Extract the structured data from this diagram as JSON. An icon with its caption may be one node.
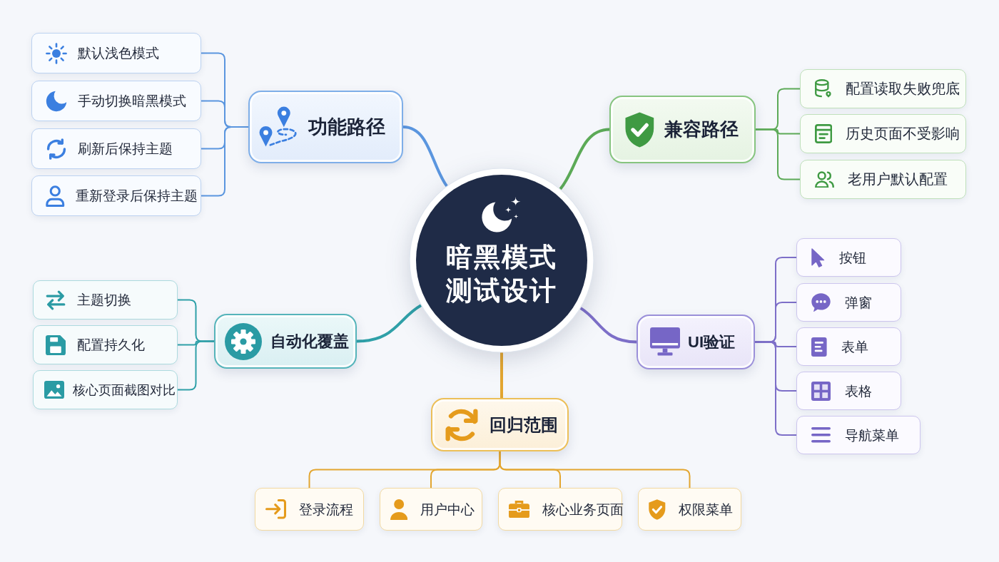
{
  "diagram": {
    "nodes": [
      {
        "text": [
          "暗黑模式测试设计"
        ]
      },
      {
        "text": [
          "功能路径"
        ]
      },
      {
        "text": [
          "默认浅色模式"
        ]
      },
      {
        "text": [
          "手动切换暗黑模式"
        ]
      },
      {
        "text": [
          "刷新后保持主题"
        ]
      },
      {
        "text": [
          "重新登录后保持主题"
        ]
      },
      {
        "text": [
          "兼容路径"
        ]
      },
      {
        "text": [
          "配置读取失败兜底"
        ]
      },
      {
        "text": [
          "历史页面不受影响"
        ]
      },
      {
        "text": [
          "老用户默认配置"
        ]
      },
      {
        "text": [
          "自动化覆盖"
        ]
      },
      {
        "text": [
          "主题切换"
        ]
      },
      {
        "text": [
          "配置持久化"
        ]
      },
      {
        "text": [
          "核心页面截图对比"
        ]
      },
      {
        "text": [
          "UI验证"
        ]
      },
      {
        "text": [
          "按钮"
        ]
      },
      {
        "text": [
          "弹窗"
        ]
      },
      {
        "text": [
          "表单"
        ]
      },
      {
        "text": [
          "表格"
        ]
      },
      {
        "text": [
          "导航菜单"
        ]
      },
      {
        "text": [
          "回归范围"
        ]
      },
      {
        "text": [
          "登录流程"
        ]
      },
      {
        "text": [
          "用户中心"
        ]
      },
      {
        "text": [
          "核心业务页面"
        ]
      },
      {
        "text": [
          "权限菜单"
        ]
      }
    ],
    "edges": [
      {
        "from": 0,
        "to": 1,
        "arrow": "none",
        "color": "#5b96df"
      },
      {
        "from": 1,
        "to": 2,
        "arrow": "none",
        "color": "#5b96df"
      },
      {
        "from": 1,
        "to": 3,
        "arrow": "none",
        "color": "#5b96df"
      },
      {
        "from": 1,
        "to": 4,
        "arrow": "none",
        "color": "#5b96df"
      },
      {
        "from": 1,
        "to": 5,
        "arrow": "none",
        "color": "#5b96df"
      },
      {
        "from": 0,
        "to": 6,
        "arrow": "none",
        "color": "#5caa57"
      },
      {
        "from": 6,
        "to": 7,
        "arrow": "none",
        "color": "#5caa57"
      },
      {
        "from": 6,
        "to": 8,
        "arrow": "none",
        "color": "#5caa57"
      },
      {
        "from": 6,
        "to": 9,
        "arrow": "none",
        "color": "#5caa57"
      },
      {
        "from": 0,
        "to": 10,
        "arrow": "none",
        "color": "#2fa0a8"
      },
      {
        "from": 10,
        "to": 11,
        "arrow": "none",
        "color": "#2fa0a8"
      },
      {
        "from": 10,
        "to": 12,
        "arrow": "none",
        "color": "#2fa0a8"
      },
      {
        "from": 10,
        "to": 13,
        "arrow": "none",
        "color": "#2fa0a8"
      },
      {
        "from": 0,
        "to": 14,
        "arrow": "none",
        "color": "#7d6fc8"
      },
      {
        "from": 14,
        "to": 15,
        "arrow": "none",
        "color": "#7d6fc8"
      },
      {
        "from": 14,
        "to": 16,
        "arrow": "none",
        "color": "#7d6fc8"
      },
      {
        "from": 14,
        "to": 17,
        "arrow": "none",
        "color": "#7d6fc8"
      },
      {
        "from": 14,
        "to": 18,
        "arrow": "none",
        "color": "#7d6fc8"
      },
      {
        "from": 14,
        "to": 19,
        "arrow": "none",
        "color": "#7d6fc8"
      },
      {
        "from": 0,
        "to": 20,
        "arrow": "none",
        "color": "#e3a630"
      },
      {
        "from": 20,
        "to": 21,
        "arrow": "none",
        "color": "#e3a630"
      },
      {
        "from": 20,
        "to": 22,
        "arrow": "none",
        "color": "#e3a630"
      },
      {
        "from": 20,
        "to": 23,
        "arrow": "none",
        "color": "#e3a630"
      },
      {
        "from": 20,
        "to": 24,
        "arrow": "none",
        "color": "#e3a630"
      }
    ]
  }
}
